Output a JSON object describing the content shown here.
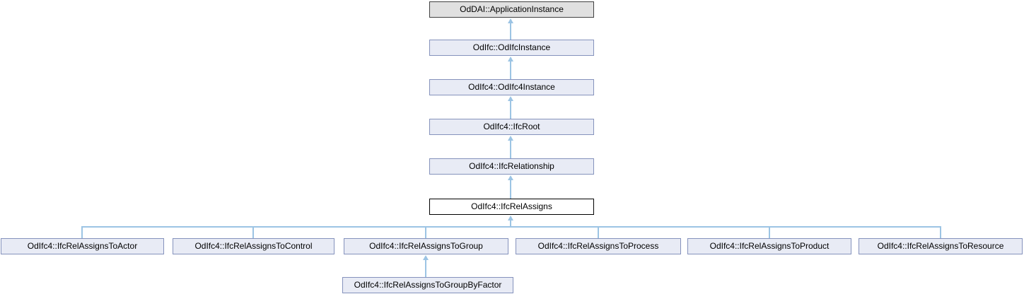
{
  "colors": {
    "background": "#FFFFFF",
    "edge": "#9CC4E4",
    "node_fill": "#E8EBF5",
    "node_border": "#8592BC",
    "external_node_fill": "#E0E0E0",
    "external_node_border": "#404040",
    "current_node_fill": "#FFFFFF",
    "current_node_border": "#000000",
    "text": "#000000"
  },
  "ancestors": [
    {
      "label": "OdDAI::ApplicationInstance"
    },
    {
      "label": "OdIfc::OdIfcInstance"
    },
    {
      "label": "OdIfc4::OdIfc4Instance"
    },
    {
      "label": "OdIfc4::IfcRoot"
    },
    {
      "label": "OdIfc4::IfcRelationship"
    }
  ],
  "current_class": {
    "label": "OdIfc4::IfcRelAssigns"
  },
  "subclasses": [
    {
      "label": "OdIfc4::IfcRelAssignsToActor"
    },
    {
      "label": "OdIfc4::IfcRelAssignsToControl"
    },
    {
      "label": "OdIfc4::IfcRelAssignsToGroup"
    },
    {
      "label": "OdIfc4::IfcRelAssignsToProcess"
    },
    {
      "label": "OdIfc4::IfcRelAssignsToProduct"
    },
    {
      "label": "OdIfc4::IfcRelAssignsToResource"
    }
  ],
  "sub_subclass": {
    "label": "OdIfc4::IfcRelAssignsToGroupByFactor"
  }
}
